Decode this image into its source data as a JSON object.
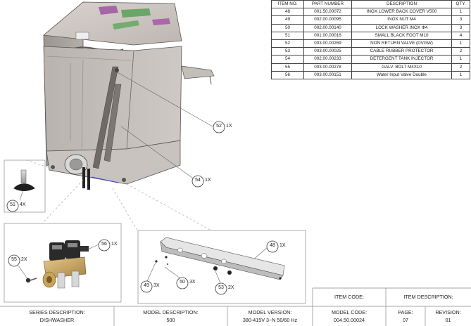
{
  "parts_table": {
    "headers": [
      "ITEM NO.",
      "PART NUMBER",
      "DESCRIPTION",
      "QTY."
    ],
    "rows": [
      {
        "item": "48",
        "part": "001.50.00072",
        "desc": "INOX LOWER BACK COVER V500",
        "qty": "1"
      },
      {
        "item": "49",
        "part": "002.00.00095",
        "desc": "INOX NUT M4",
        "qty": "3"
      },
      {
        "item": "50",
        "part": "002.00.00140",
        "desc": "LOCK WASHER INOX Φ4",
        "qty": "3"
      },
      {
        "item": "51",
        "part": "001.00.00016",
        "desc": "SMALL BLACK FOOT M10",
        "qty": "4"
      },
      {
        "item": "52",
        "part": "003.00.00269",
        "desc": "NON RETURN VALVE (DVGW)",
        "qty": "1"
      },
      {
        "item": "53",
        "part": "003.00.00025",
        "desc": "CABLE RUBBER PROTECTOR",
        "qty": "2"
      },
      {
        "item": "54",
        "part": "002.00.00233",
        "desc": "DETERGENT TANK INJECTOR",
        "qty": "1"
      },
      {
        "item": "55",
        "part": "003.00.00278",
        "desc": "GALV. BOLT M4X10",
        "qty": "2"
      },
      {
        "item": "56",
        "part": "003.00.00151",
        "desc": "Water Input Valve Double",
        "qty": "1"
      }
    ]
  },
  "balloons": {
    "b52": {
      "num": "52",
      "qty": "1X"
    },
    "b54": {
      "num": "54",
      "qty": "1X"
    },
    "b51": {
      "num": "51",
      "qty": "4X"
    },
    "b56": {
      "num": "56",
      "qty": "1X"
    },
    "b55": {
      "num": "55",
      "qty": "2X"
    },
    "b48": {
      "num": "48",
      "qty": "1X"
    },
    "b50": {
      "num": "50",
      "qty": "3X"
    },
    "b49": {
      "num": "49",
      "qty": "3X"
    },
    "b53": {
      "num": "53",
      "qty": "2X"
    }
  },
  "title_block": {
    "item_code_label": "ITEM CODE:",
    "item_description_label": "ITEM DESCRIPTION:",
    "series_label": "SERIES DESCRIPTION:",
    "series_value": "DISHWASHER",
    "model_desc_label": "MODEL DESCRIPTION:",
    "model_desc_value": "500",
    "model_version_label": "MODEL VERSION:",
    "model_version_value": "380-415V 3~N 50/60 Hz",
    "model_code_label": "MODEL CODE:",
    "model_code_value": "004.50.00024",
    "page_label": "PAGE:",
    "page_value": "07",
    "revision_label": "REVISION:",
    "revision_value": "01"
  }
}
